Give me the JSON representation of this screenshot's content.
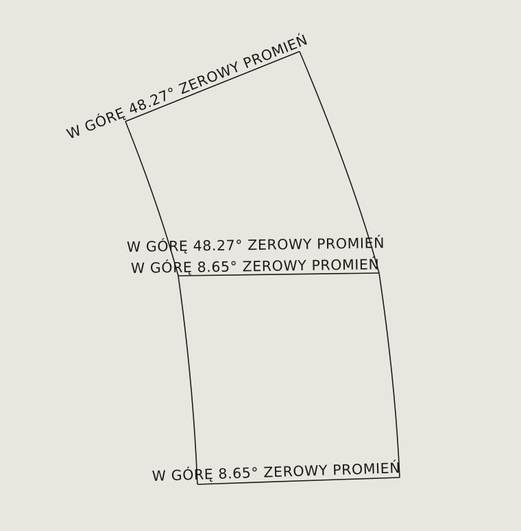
{
  "bend_notes": {
    "top": "W GÓRĘ  48.27°  ZEROWY PROMIEŃ",
    "middle_upper": "W GÓRĘ  48.27°  ZEROWY PROMIEŃ",
    "middle_lower": "W GÓRĘ  8.65°  ZEROWY PROMIEŃ",
    "bottom": "W GÓRĘ  8.65°  ZEROWY PROMIEŃ"
  }
}
